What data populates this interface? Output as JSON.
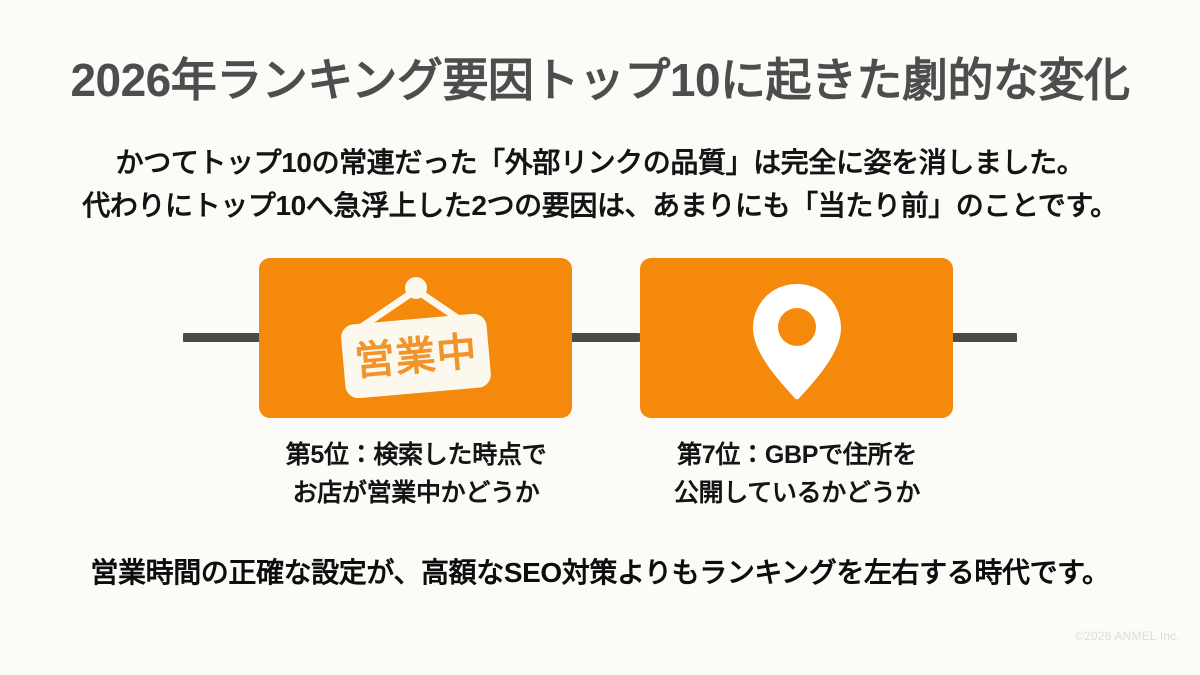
{
  "slide": {
    "title": "2026年ランキング要因トップ10に起きた劇的な変化",
    "subhead_line1": "かつてトップ10の常連だった「外部リンクの品質」は完全に姿を消しました。",
    "subhead_line2": "代わりにトップ10へ急浮上した2つの要因は、あまりにも「当たり前」のことです。",
    "conclusion": "営業時間の正確な設定が、高額なSEO対策よりもランキングを左右する時代です。",
    "footer": "©2026 ANMEL Inc."
  },
  "cards": [
    {
      "icon": "open-sign-icon",
      "icon_text": "営業中",
      "caption_line1": "第5位：検索した時点で",
      "caption_line2": "お店が営業中かどうか"
    },
    {
      "icon": "map-pin-icon",
      "icon_text": "",
      "caption_line1": "第7位：GBPで住所を",
      "caption_line2": "公開しているかどうか"
    }
  ],
  "colors": {
    "background": "#fcfbf8",
    "accent_orange": "#f5890c",
    "sign_cream": "#fdf8ee",
    "rail_gray": "#4a4a4a",
    "title_gray": "#4d4d4d",
    "body_black": "#141414",
    "footer_gray": "#dcdcdc"
  }
}
